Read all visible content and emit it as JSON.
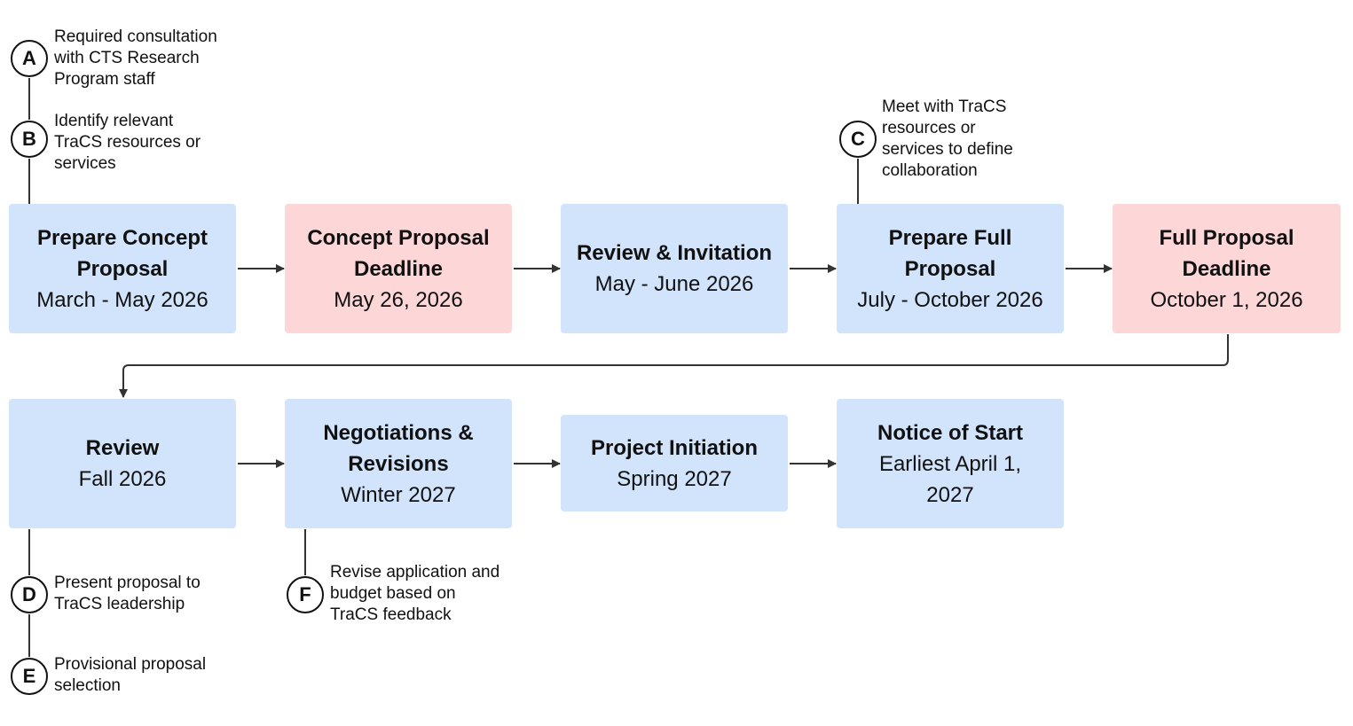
{
  "colors": {
    "step": "#d2e3fc",
    "deadline": "#fdd6d8",
    "line": "#333333"
  },
  "steps": [
    {
      "title": "Prepare Concept Proposal",
      "date": "March - May 2026",
      "kind": "step"
    },
    {
      "title": "Concept Proposal Deadline",
      "date": "May 26, 2026",
      "kind": "deadline"
    },
    {
      "title": "Review & Invitation",
      "date": "May - June 2026",
      "kind": "step"
    },
    {
      "title": "Prepare Full Proposal",
      "date": "July - October 2026",
      "kind": "step"
    },
    {
      "title": "Full Proposal Deadline",
      "date": "October 1, 2026",
      "kind": "deadline"
    },
    {
      "title": "Review",
      "date": "Fall 2026",
      "kind": "step"
    },
    {
      "title": "Negotiations & Revisions",
      "date": "Winter 2027",
      "kind": "step"
    },
    {
      "title": "Project Initiation",
      "date": "Spring 2027",
      "kind": "step"
    },
    {
      "title": "Notice of Start",
      "date": "Earliest April 1, 2027",
      "kind": "step"
    }
  ],
  "milestones": [
    {
      "letter": "A",
      "text": "Required consultation with CTS Research Program staff"
    },
    {
      "letter": "B",
      "text": "Identify relevant TraCS resources or services"
    },
    {
      "letter": "C",
      "text": "Meet with TraCS resources or services to define collaboration"
    },
    {
      "letter": "D",
      "text": "Present proposal to TraCS leadership"
    },
    {
      "letter": "E",
      "text": "Provisional proposal selection"
    },
    {
      "letter": "F",
      "text": "Revise application and budget based on TraCS feedback"
    }
  ]
}
